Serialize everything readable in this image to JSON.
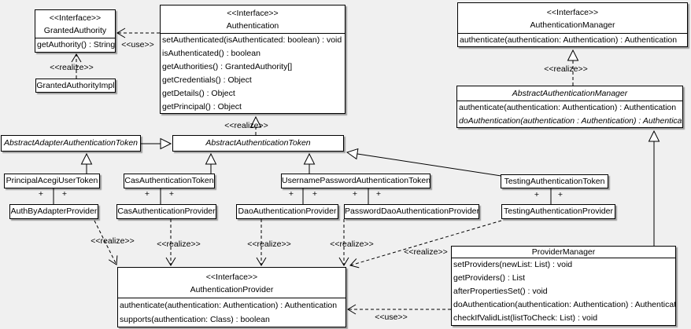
{
  "labels": {
    "use": "&lt;&lt;use&gt;&gt;",
    "realize": "&lt;&lt;realize&gt;&gt;",
    "plus": "+"
  },
  "stereotypes": {
    "use": "<<use>>",
    "realize": "<<realize>>",
    "plus": "+",
    "interface": "<<Interface>>"
  },
  "classes": {
    "granted_authority": {
      "stereotype": "<<Interface>>",
      "name": "GrantedAuthority",
      "methods": [
        "getAuthority() : String"
      ]
    },
    "granted_authority_impl": {
      "name": "GrantedAuthorityImpl"
    },
    "authentication": {
      "stereotype": "<<Interface>>",
      "name": "Authentication",
      "methods": [
        "setAuthenticated(isAuthenticated: boolean) : void",
        "isAuthenticated() : boolean",
        "getAuthorities() : GrantedAuthority[]",
        "getCredentials() : Object",
        "getDetails() : Object",
        "getPrincipal() : Object"
      ]
    },
    "authentication_manager": {
      "stereotype": "<<Interface>>",
      "name": "AuthenticationManager",
      "methods": [
        "authenticate(authentication: Authentication) : Authentication"
      ]
    },
    "abstract_authentication_manager": {
      "name": "AbstractAuthenticationManager",
      "methods": [
        "authenticate(authentication: Authentication) : Authentication",
        "doAuthentication(authentication : Authentication) : Authentication"
      ]
    },
    "abstract_adapter_authentication_token": {
      "name": "AbstractAdapterAuthenticationToken"
    },
    "abstract_authentication_token": {
      "name": "AbstractAuthenticationToken"
    },
    "principal_acegi_user_token": {
      "name": "PrincipalAcegiUserToken"
    },
    "cas_authentication_token": {
      "name": "CasAuthenticationToken"
    },
    "username_password_authentication_token": {
      "name": "UsernamePasswordAuthenticationToken"
    },
    "testing_authentication_token": {
      "name": "TestingAuthenticationToken"
    },
    "auth_by_adapter_provider": {
      "name": "AuthByAdapterProvider"
    },
    "cas_authentication_provider": {
      "name": "CasAuthenticationProvider"
    },
    "dao_authentication_provider": {
      "name": "DaoAuthenticationProvider"
    },
    "password_dao_authentication_provider": {
      "name": "PasswordDaoAuthenticationProvider"
    },
    "testing_authentication_provider": {
      "name": "TestingAuthenticationProvider"
    },
    "authentication_provider": {
      "stereotype": "<<Interface>>",
      "name": "AuthenticationProvider",
      "methods": [
        "authenticate(authentication: Authentication) : Authentication",
        "supports(authentication: Class) : boolean"
      ]
    },
    "provider_manager": {
      "name": "ProviderManager",
      "methods": [
        "setProviders(newList: List) : void",
        "getProviders() : List",
        "afterPropertiesSet() : void",
        "doAuthentication(authentication: Authentication) : Authentication",
        "checkIfValidList(listToCheck: List) : void"
      ]
    }
  },
  "colors": {
    "background": "#f0f0f0",
    "node_fill": "#ffffff",
    "line": "#000000"
  }
}
